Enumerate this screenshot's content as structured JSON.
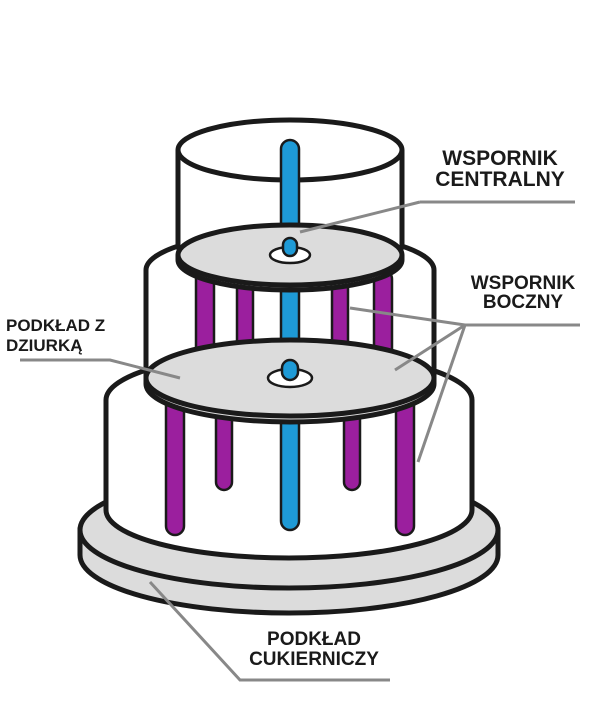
{
  "colors": {
    "outline": "#1a1a1a",
    "disc_fill": "#dcdcdc",
    "central_rod": "#1e9ad6",
    "side_rod": "#9b1f9e",
    "leader_line": "#888888"
  },
  "labels": {
    "central_support": {
      "line1": "WSPORNIK",
      "line2": "CENTRALNY"
    },
    "side_support": {
      "line1": "WSPORNIK",
      "line2": "BOCZNY"
    },
    "plate_with_hole": {
      "line1": "PODKŁAD Z",
      "line2": "DZIURKĄ"
    },
    "cake_board": {
      "line1": "PODKŁAD",
      "line2": "CUKIERNICZY"
    }
  }
}
